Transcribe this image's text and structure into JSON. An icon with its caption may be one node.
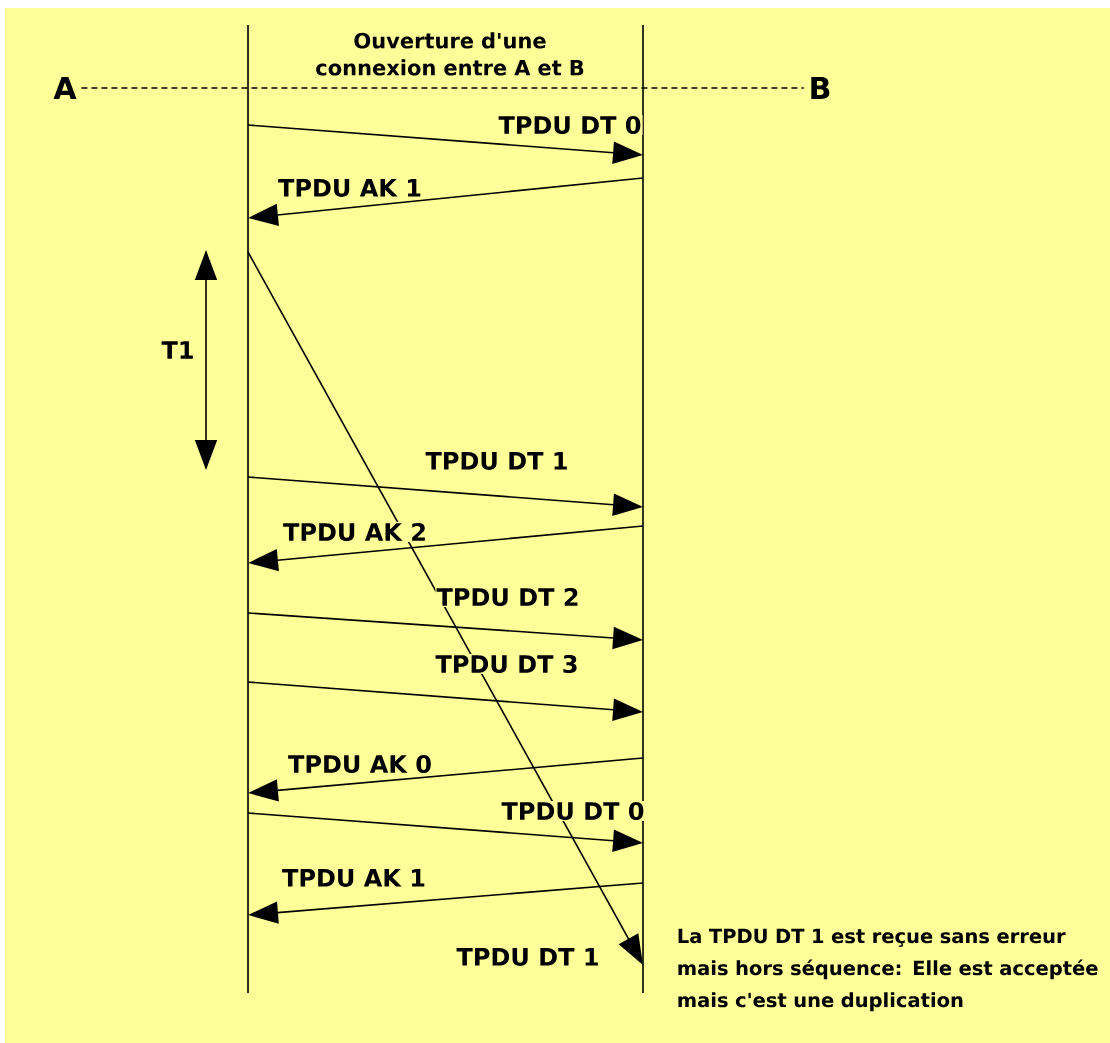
{
  "diagram": {
    "title": "Ouverture d'une connexion entre A et B",
    "nodes": [
      {
        "text": [
          "A"
        ]
      },
      {
        "text": [
          "B"
        ]
      },
      {
        "text": [],
        "shape": "line"
      },
      {
        "text": [],
        "shape": "line"
      }
    ],
    "edges": [
      {
        "from": 0,
        "to": 1,
        "arrow": "none",
        "style": "dashed"
      },
      {
        "from": 2,
        "to": 3,
        "arrow": "to",
        "label": "TPDU DT 0"
      },
      {
        "from": 3,
        "to": 2,
        "arrow": "to",
        "label": "TPDU AK 1"
      },
      {
        "from": 2,
        "to": 3,
        "arrow": "to",
        "label": "TPDU DT 1"
      },
      {
        "from": 2,
        "to": 3,
        "arrow": "to",
        "label": "TPDU DT 1"
      },
      {
        "from": 3,
        "to": 2,
        "arrow": "to",
        "label": "TPDU AK 2"
      },
      {
        "from": 2,
        "to": 3,
        "arrow": "to",
        "label": "TPDU DT 2"
      },
      {
        "from": 2,
        "to": 3,
        "arrow": "to",
        "label": "TPDU DT 3"
      },
      {
        "from": 3,
        "to": 2,
        "arrow": "to",
        "label": "TPDU AK 0"
      },
      {
        "from": 2,
        "to": 3,
        "arrow": "to",
        "label": "TPDU DT 0"
      },
      {
        "from": 3,
        "to": 2,
        "arrow": "to",
        "label": "TPDU AK 1"
      }
    ],
    "labels": [
      "T1",
      "La TPDU DT 1 est reçue sans erreur mais hors séquence: Elle est  acceptée mais c'est une duplication"
    ]
  }
}
